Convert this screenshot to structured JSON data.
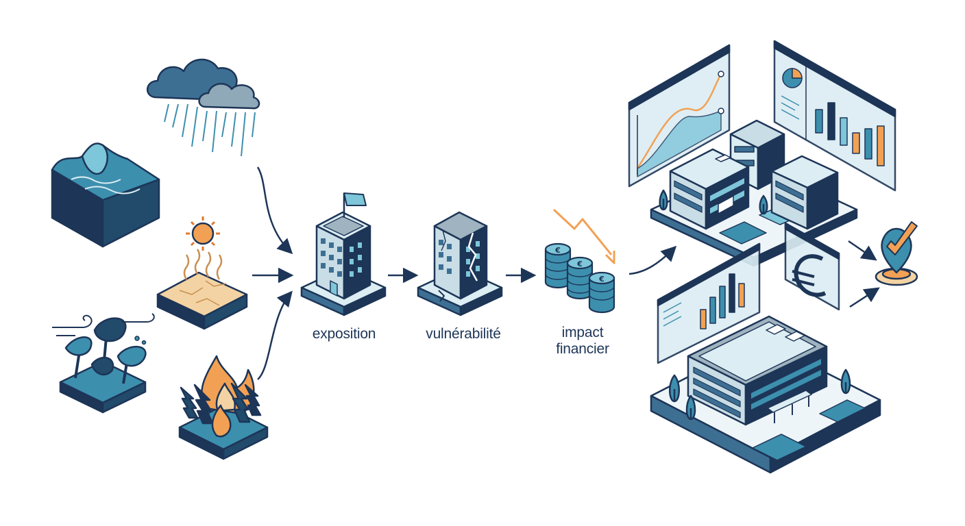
{
  "labels": {
    "exposure": "exposition",
    "vulnerability": "vulnérabilité",
    "impact_line1": "impact",
    "impact_line2": "financier"
  },
  "colors": {
    "ink": "#1d3557",
    "teal": "#3d8fae",
    "light_teal": "#7ec6d9",
    "pale": "#dcedf3",
    "orange": "#f2a154",
    "sand": "#f3d3a3"
  },
  "icons": [
    "flood-icon",
    "heavy-rain-icon",
    "heatwave-drought-icon",
    "storm-wind-icon",
    "wildfire-icon",
    "exposed-building-icon",
    "cracked-building-icon",
    "euro-coins-icon",
    "falling-trend-icon",
    "euro-symbol-icon",
    "check-pin-icon"
  ]
}
